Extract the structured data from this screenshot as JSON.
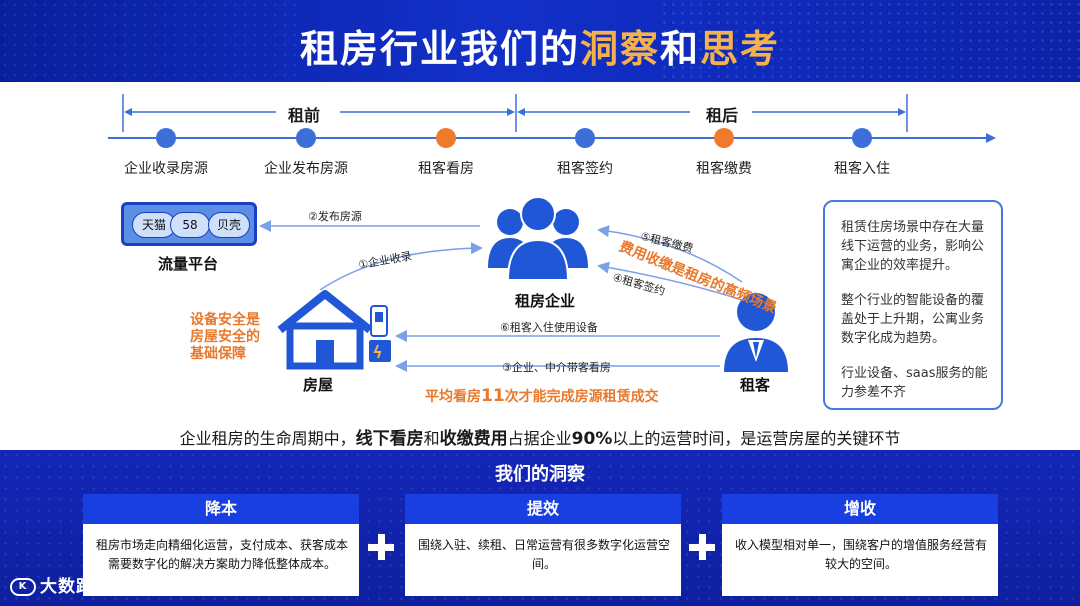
{
  "header": {
    "title_part1": "租房行业我们的",
    "title_hl1": "洞察",
    "title_part2": "和",
    "title_hl2": "思考"
  },
  "timeline": {
    "phase_before": "租前",
    "phase_after": "租后",
    "steps": [
      {
        "label": "企业收录房源",
        "color": "#3d6fd8"
      },
      {
        "label": "企业发布房源",
        "color": "#3d6fd8"
      },
      {
        "label": "租客看房",
        "color": "#f07a2b"
      },
      {
        "label": "租客签约",
        "color": "#3d6fd8"
      },
      {
        "label": "租客缴费",
        "color": "#f07a2b"
      },
      {
        "label": "租客入住",
        "color": "#3d6fd8"
      }
    ]
  },
  "diagram": {
    "platform": {
      "chips": [
        "天猫",
        "58",
        "贝壳"
      ],
      "label": "流量平台"
    },
    "company_label": "租房企业",
    "house_label": "房屋",
    "tenant_label": "租客",
    "flows": {
      "publish": "②发布房源",
      "collect": "①企业收录",
      "pay": "⑤租客缴费",
      "sign": "④租客签约",
      "use_device": "⑥租客入住使用设备",
      "viewing": "③企业、中介带客看房"
    },
    "orange_notes": {
      "high_freq": "费用收缴是租房的高频场景",
      "safety_line1": "设备安全是",
      "safety_line2": "房屋安全的",
      "safety_line3": "基础保障",
      "avg_pre": "平均看房",
      "avg_num": "11",
      "avg_post": "次才能完成房源租赁成交"
    },
    "note_box": {
      "p1": "租赁住房场景中存在大量线下运营的业务，影响公寓企业的效率提升。",
      "p2": "整个行业的智能设备的覆盖处于上升期，公寓业务数字化成为趋势。",
      "p3": "行业设备、saas服务的能力参差不齐"
    },
    "summary": {
      "s1": "企业租房的生命周期中，",
      "b1": "线下看房",
      "s2": "和",
      "b2": "收缴费用",
      "s3": "占据企业",
      "b3": "90%",
      "s4": "以上的运营时间，是运营房屋的关键环节"
    }
  },
  "insights": {
    "title": "我们的洞察",
    "cards": [
      {
        "title": "降本",
        "body": "租房市场走向精细化运营，支付成本、获客成本需要数字化的解决方案助力降低整体成本。"
      },
      {
        "title": "提效",
        "body": "围绕入驻、续租、日常运营有很多数字化运营空间。"
      },
      {
        "title": "增收",
        "body": "收入模型相对单一，围绕客户的增值服务经营有较大的空间。"
      }
    ]
  },
  "watermark_logo": "大数跨境",
  "colors": {
    "brand_blue": "#1a3fe0",
    "accent_orange": "#f07a2b",
    "title_highlight": "#f6b24a"
  }
}
